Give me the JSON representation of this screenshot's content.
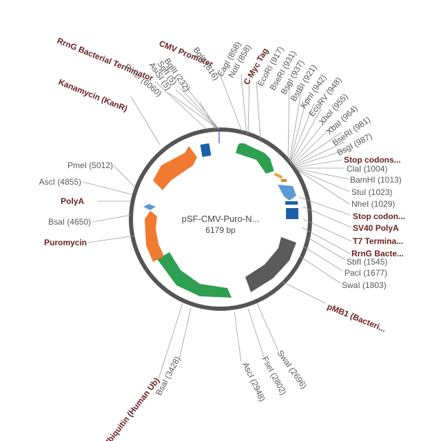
{
  "plasmid": {
    "name": "pSF-CMV-Puro-N...",
    "size": "6179 bp"
  },
  "colors": {
    "backbone": "#555555",
    "orange": "#f07a30",
    "green": "#2e9e50",
    "blue": "#1a5fa8",
    "light_blue": "#5b9bd5",
    "gray": "#5a5a5a",
    "label_bold": "#6b1f1f",
    "label_normal": "#555555"
  },
  "features": [
    {
      "name": "Kanamycin (KanR)",
      "color": "orange",
      "shape": "arrow"
    },
    {
      "name": "RrnG Bacterial Terminator",
      "color": "blue",
      "shape": "box"
    },
    {
      "name": "CMV Promoter",
      "color": "green",
      "shape": "arrow"
    },
    {
      "name": "C Myc Tag",
      "color": "orange",
      "shape": "box"
    },
    {
      "name": "Stop codons...",
      "color": "light_blue",
      "shape": "arrow"
    },
    {
      "name": "SV40 PolyA",
      "color": "blue",
      "shape": "box"
    },
    {
      "name": "RrnG Bacte...",
      "color": "blue",
      "shape": "box"
    },
    {
      "name": "pMB1 (Bacteri...",
      "color": "gray",
      "shape": "arrow"
    },
    {
      "name": "Ubiquitin (Human Ub)",
      "color": "green",
      "shape": "arrow"
    },
    {
      "name": "Puromycin",
      "color": "orange",
      "shape": "arrow"
    },
    {
      "name": "PolyA",
      "color": "light_blue",
      "shape": "arrow"
    }
  ],
  "labels": {
    "rrng_bacterial_terminator": "RrnG Bacterial Terminator",
    "kanamycin": "Kanamycin (KanR)",
    "cmv_promoter": "CMV Promoter",
    "pmei_6060": "PmeI (6060)",
    "asisi_5": "AsiSI (5)",
    "sgfi_5": "SgfI (5)",
    "bglii_232": "BglII (232)",
    "bglii_816": "BglII (816)",
    "eagi_858": "EagI (858)",
    "noti_858": "NotI (858)",
    "c_myc_tag": "C Myc Tag",
    "ecori_917": "EcoRI (917)",
    "bseri_931": "BseRI (931)",
    "bsgi_937": "BsgI (937)",
    "bstbi_921": "BstBI (921)",
    "kpni_942": "KpnI (942)",
    "ecorv_948": "EcoRV (948)",
    "xhoi_955": "XhoI (955)",
    "xbai_964": "XbaI (964)",
    "bseri_981": "BseRI (981)",
    "bsgi_987": "BsgI (987)",
    "stop_codons_1": "Stop codons...",
    "clai_1004": "ClaI (1004)",
    "bamhi_1013": "BamHI (1013)",
    "stui_1023": "StuI (1023)",
    "nhei_1029": "NheI (1029)",
    "stop_codons_2": "Stop codon...",
    "sv40_polya": "SV40 PolyA",
    "t7_terminator": "T7 Termina...",
    "rrng_bacte": "RrnG Bacte...",
    "sbfi_1545": "SbfI (1545)",
    "paci_1677": "PacI (1677)",
    "swai_1803": "SwaI (1803)",
    "pmb1": "pMB1 (Bacteri...",
    "swai_2696": "SwaI (2696)",
    "fsei_2802": "FseI (2802)",
    "asci_2948": "AscI (2948)",
    "bsai_3428": "BsaI (3428)",
    "ubiquitin": "Ubiquitin (Human Ub)",
    "pmei_5012": "PmeI (5012)",
    "asci_4855": "AscI (4855)",
    "polya": "PolyA",
    "bsai_4650": "BsaI (4650)",
    "puromycin": "Puromycin"
  }
}
